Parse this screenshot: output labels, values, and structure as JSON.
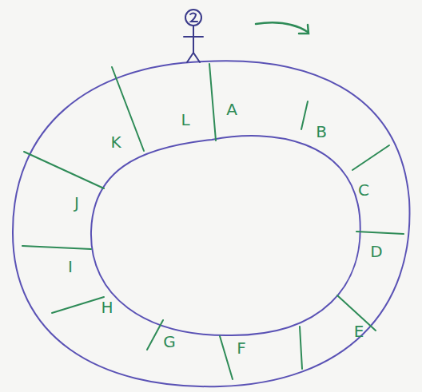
{
  "diagram": {
    "labels": [
      "A",
      "B",
      "C",
      "D",
      "E",
      "F",
      "G",
      "H",
      "I",
      "J",
      "K",
      "L"
    ]
  }
}
